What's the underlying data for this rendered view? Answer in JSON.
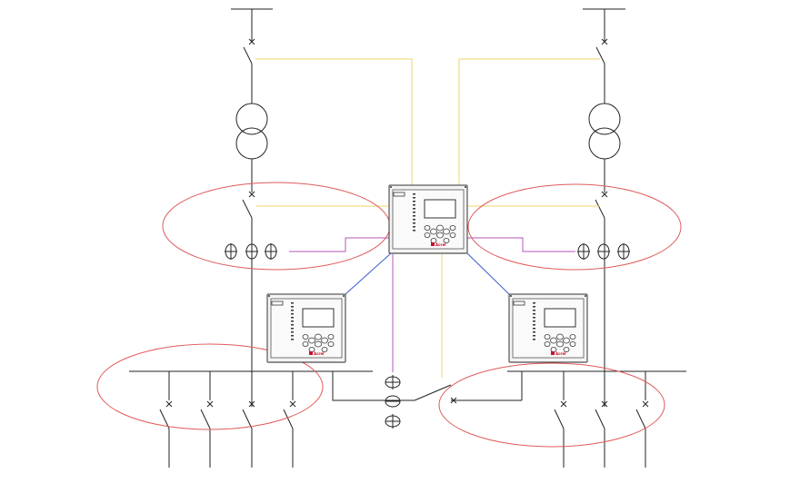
{
  "colors": {
    "wire": "#222222",
    "signal": "#f2d46a",
    "control": "#b35ab8",
    "network": "#3a5fcd",
    "zone": "#e05a5a",
    "brand": "#c8102e"
  },
  "relay_brand": "Acrel",
  "devices": [
    {
      "id": "central-relay",
      "role": "controller"
    },
    {
      "id": "left-relay",
      "role": "feeder"
    },
    {
      "id": "right-relay",
      "role": "feeder"
    }
  ]
}
